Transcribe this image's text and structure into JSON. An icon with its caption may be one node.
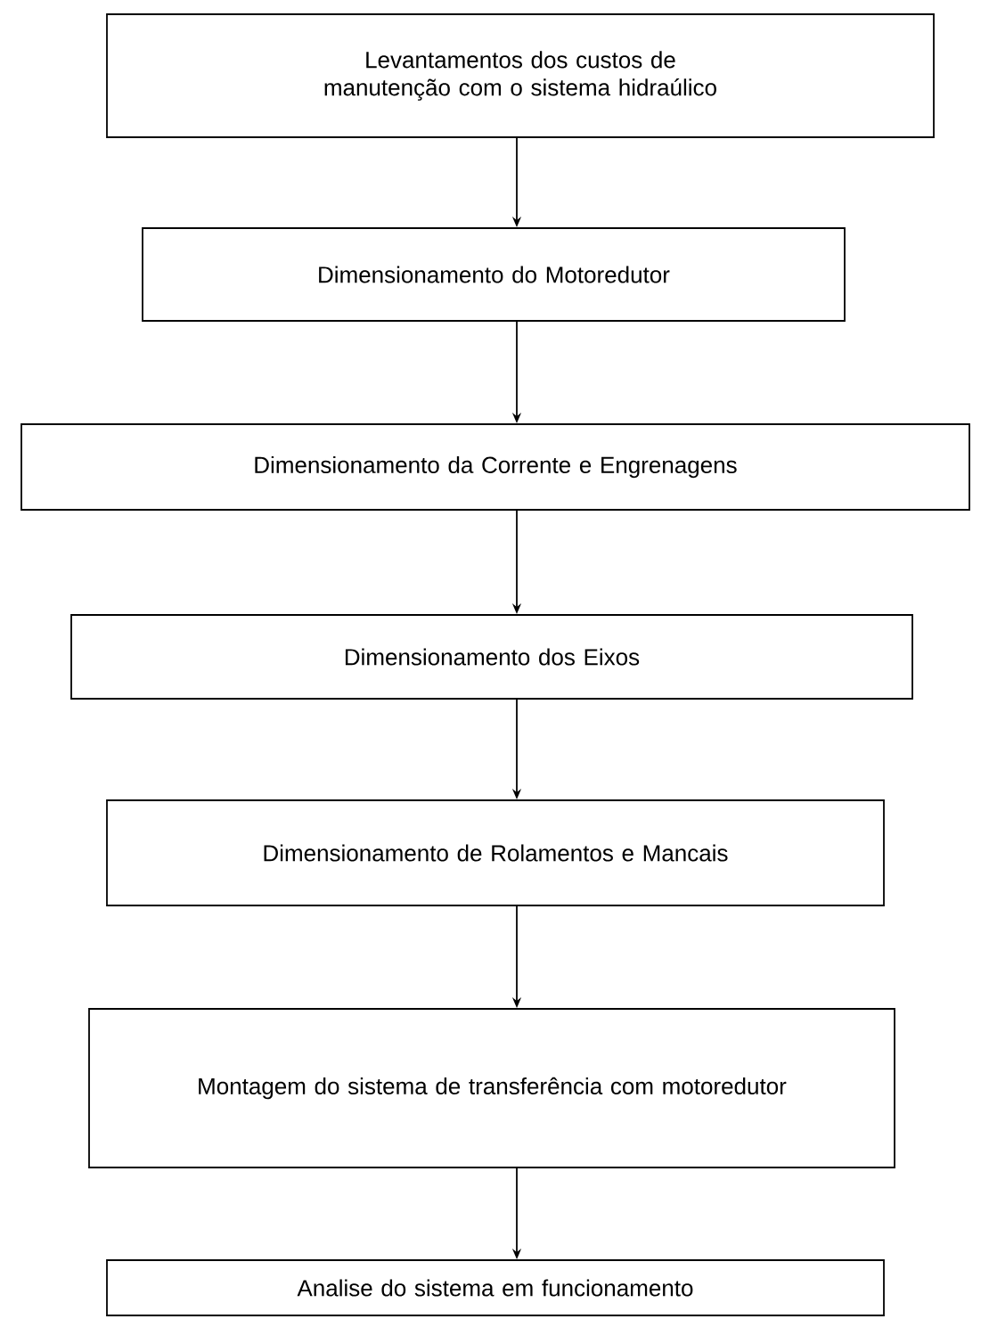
{
  "diagram": {
    "nodes": [
      {
        "text": [
          "Levantamentos dos custos de manutenção com o sistema hidraúlico"
        ]
      },
      {
        "text": [
          "Dimensionamento do Motoredutor"
        ]
      },
      {
        "text": [
          "Dimensionamento da Corrente e Engrenagens"
        ]
      },
      {
        "text": [
          "Dimensionamento dos Eixos"
        ]
      },
      {
        "text": [
          "Dimensionamento de Rolamentos e Mancais"
        ]
      },
      {
        "text": [
          "Montagem do sistema de transferência com motoredutor"
        ]
      },
      {
        "text": [
          "Analise do sistema em funcionamento"
        ]
      }
    ],
    "edges": [
      {
        "from": 0,
        "to": 1,
        "arrow": "to"
      },
      {
        "from": 1,
        "to": 2,
        "arrow": "to"
      },
      {
        "from": 2,
        "to": 3,
        "arrow": "to"
      },
      {
        "from": 3,
        "to": 4,
        "arrow": "to"
      },
      {
        "from": 4,
        "to": 5,
        "arrow": "to"
      },
      {
        "from": 5,
        "to": 6,
        "arrow": "to"
      }
    ]
  }
}
